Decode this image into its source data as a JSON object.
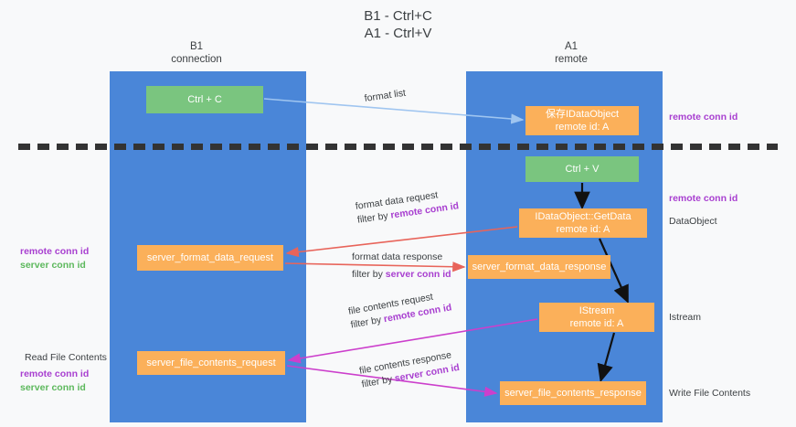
{
  "title": "B1 - Ctrl+C\nA1 - Ctrl+V",
  "columns": {
    "left": {
      "name": "B1",
      "role": "connection",
      "header": "B1\nconnection"
    },
    "right": {
      "name": "A1",
      "role": "remote",
      "header": "A1\nremote"
    }
  },
  "boxes": {
    "ctrl_c": {
      "label": "Ctrl + C",
      "color": "#7ac57f"
    },
    "save_dataobject": {
      "line1": "保存IDataObject",
      "line2": "remote id: A",
      "color": "#fbb05a"
    },
    "ctrl_v": {
      "label": "Ctrl + V",
      "color": "#7ac57f"
    },
    "getdata": {
      "line1": "IDataObject::GetData",
      "line2": "remote id: A",
      "color": "#fbb05a"
    },
    "server_format_data_request": {
      "label": "server_format_data_request",
      "color": "#fbb05a"
    },
    "server_format_data_response": {
      "label": "server_format_data_response",
      "color": "#fbb05a"
    },
    "istream": {
      "line1": "IStream",
      "line2": "remote id: A",
      "color": "#fbb05a"
    },
    "server_file_contents_request": {
      "label": "server_file_contents_request",
      "color": "#fbb05a"
    },
    "server_file_contents_response": {
      "label": "server_file_contents_response",
      "color": "#fbb05a"
    }
  },
  "edge_labels": {
    "format_list": "format list",
    "format_data_request": "format data request",
    "format_data_request_filter_prefix": "filter by ",
    "format_data_request_filter_key": "remote conn id",
    "format_data_response": "format data response",
    "format_data_response_filter_prefix": "filter by ",
    "format_data_response_filter_key": "server conn id",
    "file_contents_request": "file contents request",
    "file_contents_request_filter_prefix": "filter by ",
    "file_contents_request_filter_key": "remote conn id",
    "file_contents_response": "file contents response",
    "file_contents_response_filter_prefix": "filter by ",
    "file_contents_response_filter_key": "server conn id"
  },
  "annotations": {
    "right": {
      "remote_conn_id_top": "remote conn id",
      "remote_conn_id_mid": "remote conn id",
      "dataobject": "DataObject",
      "istream": "Istream",
      "write_file_contents": "Write File Contents"
    },
    "left": {
      "remote_conn_id": "remote conn id",
      "server_conn_id": "server conn id",
      "read_file_contents": "Read File Contents",
      "remote_conn_id_2": "remote conn id",
      "server_conn_id_2": "server conn id"
    }
  },
  "colors": {
    "background": "#f8f9fa",
    "lane": "#4a86d8",
    "green_box": "#7ac57f",
    "orange_box": "#fbb05a",
    "purple_key": "#a83fd0",
    "green_key": "#5cb85c",
    "arrow_lightblue": "#9fc5f0",
    "arrow_red": "#e8645a",
    "arrow_magenta": "#cc3fcc",
    "arrow_black": "#111111",
    "divider": "#333333"
  }
}
